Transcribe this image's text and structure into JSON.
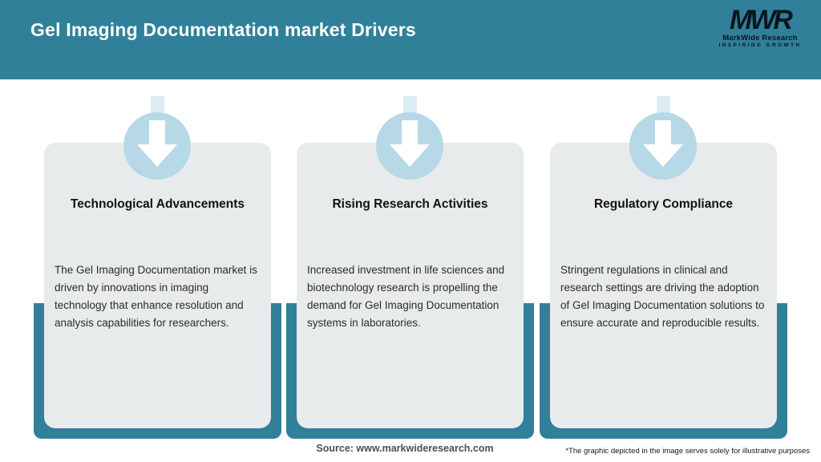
{
  "header": {
    "title": "Gel Imaging Documentation market Drivers",
    "logo": {
      "acronym": "MWR",
      "name": "MarkWide Research",
      "tagline": "INSPIRING GROWTH"
    }
  },
  "cards": [
    {
      "title": "Technological Advancements",
      "body": "The Gel Imaging Documentation market is driven by innovations in imaging technology that enhance resolution and analysis capabilities for researchers."
    },
    {
      "title": "Rising Research Activities",
      "body": "Increased investment in life sciences and biotechnology research is propelling the demand for Gel Imaging Documentation systems in laboratories."
    },
    {
      "title": "Regulatory Compliance",
      "body": "Stringent regulations in clinical and research settings are driving the adoption of Gel Imaging Documentation solutions to ensure accurate and reproducible results."
    }
  ],
  "footer": {
    "source": "Source: www.markwideresearch.com",
    "disclaimer": "*The graphic depicted in the image serves solely for illustrative purposes"
  },
  "colors": {
    "teal": "#31809a",
    "circle_blue": "#b7d8e6",
    "tab_blue": "#dcecf3",
    "card_bg": "#e8ebec",
    "title_text": "#111111",
    "body_text": "#2b2b2b",
    "header_text": "#ffffff",
    "logo_text": "#0b1520",
    "source_text": "#4e4e4e",
    "disclaimer_text": "#161616"
  }
}
